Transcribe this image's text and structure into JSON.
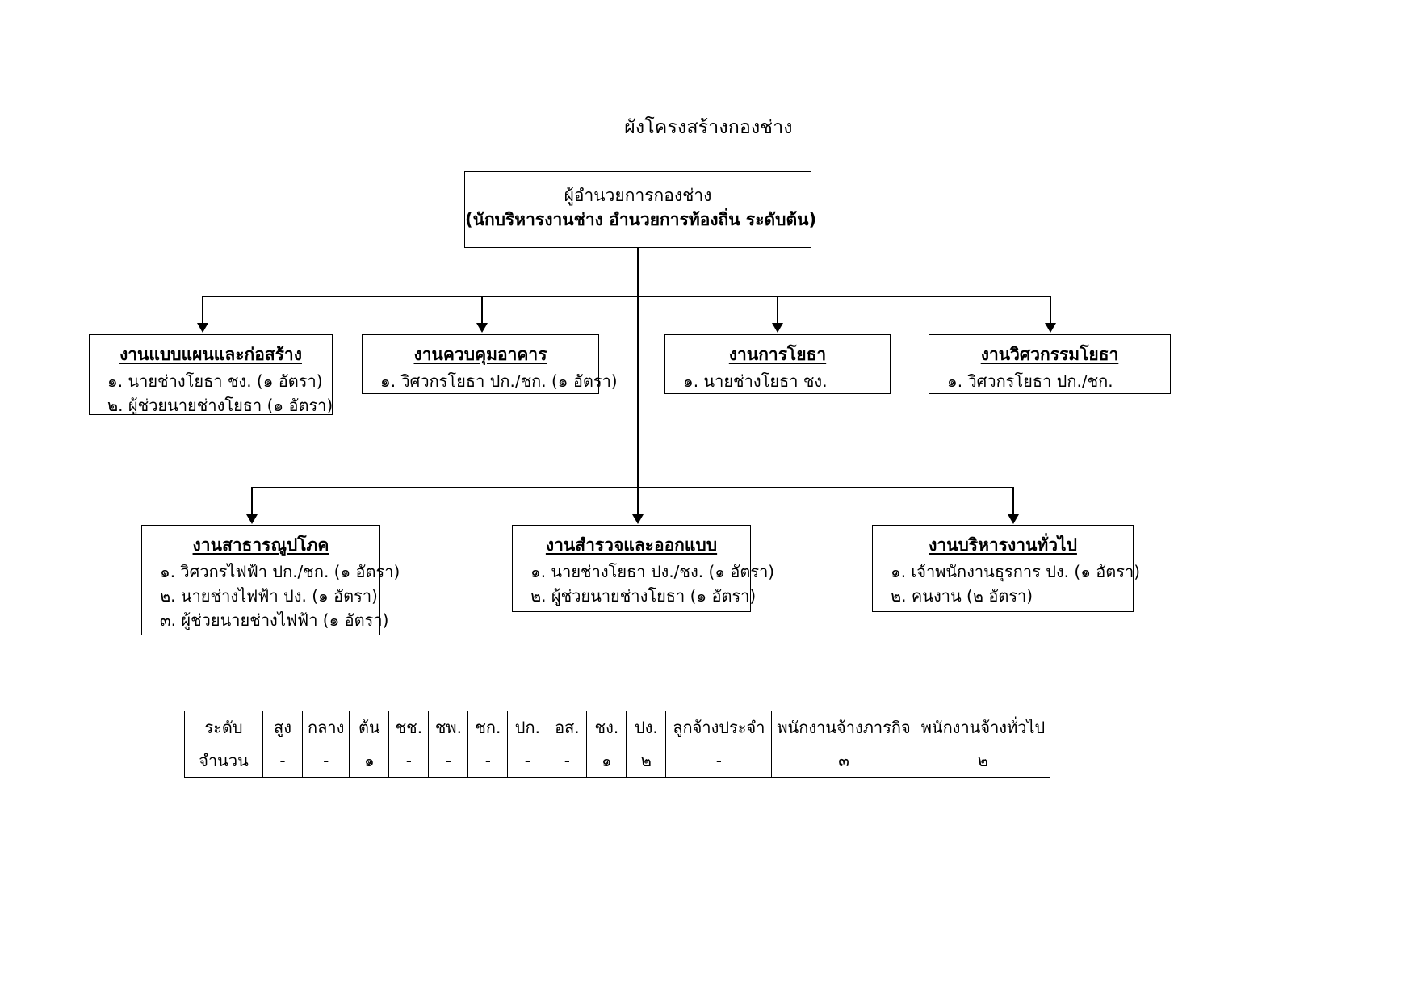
{
  "title": "ผังโครงสร้างกองช่าง",
  "root": {
    "title": "ผู้อำนวยการกองช่าง",
    "subtitle": "(นักบริหารงานช่าง อำนวยการท้องถิ่น ระดับต้น)"
  },
  "row1": [
    {
      "title": "งานแบบแผนและก่อสร้าง",
      "items": [
        "๑. นายช่างโยธา  ชง.  (๑ อัตรา)",
        "๒. ผู้ช่วยนายช่างโยธา  (๑ อัตรา)"
      ]
    },
    {
      "title": "งานควบคุมอาคาร",
      "items": [
        "๑. วิศวกรโยธา  ปก./ชก.  (๑ อัตรา)"
      ]
    },
    {
      "title": "งานการโยธา",
      "items": [
        "๑. นายช่างโยธา  ชง."
      ]
    },
    {
      "title": "งานวิศวกรรมโยธา",
      "items": [
        "๑. วิศวกรโยธา  ปก./ชก."
      ]
    }
  ],
  "row2": [
    {
      "title": "งานสาธารณูปโภค",
      "items": [
        "๑. วิศวกรไฟฟ้า  ปก./ชก.  (๑ อัตรา)",
        "๒. นายช่างไฟฟ้า  ปง.   (๑ อัตรา)",
        "๓. ผู้ช่วยนายช่างไฟฟ้า  (๑ อัตรา)"
      ]
    },
    {
      "title": "งานสำรวจและออกแบบ",
      "items": [
        "๑. นายช่างโยธา  ปง./ชง.  (๑ อัตรา)",
        "๒. ผู้ช่วยนายช่างโยธา  (๑ อัตรา)"
      ]
    },
    {
      "title": "งานบริหารงานทั่วไป",
      "items": [
        "๑. เจ้าพนักงานธุรการ  ปง.   (๑ อัตรา)",
        "๒. คนงาน   (๒ อัตรา)"
      ]
    }
  ],
  "summary_table": {
    "row_labels": [
      "ระดับ",
      "จำนวน"
    ],
    "columns": [
      "สูง",
      "กลาง",
      "ต้น",
      "ชช.",
      "ชพ.",
      "ชก.",
      "ปก.",
      "อส.",
      "ชง.",
      "ปง.",
      "ลูกจ้างประจำ",
      "พนักงานจ้างภารกิจ",
      "พนักงานจ้างทั่วไป"
    ],
    "counts": [
      "-",
      "-",
      "๑",
      "-",
      "-",
      "-",
      "-",
      "-",
      "๑",
      "๒",
      "-",
      "๓",
      "๒"
    ]
  }
}
